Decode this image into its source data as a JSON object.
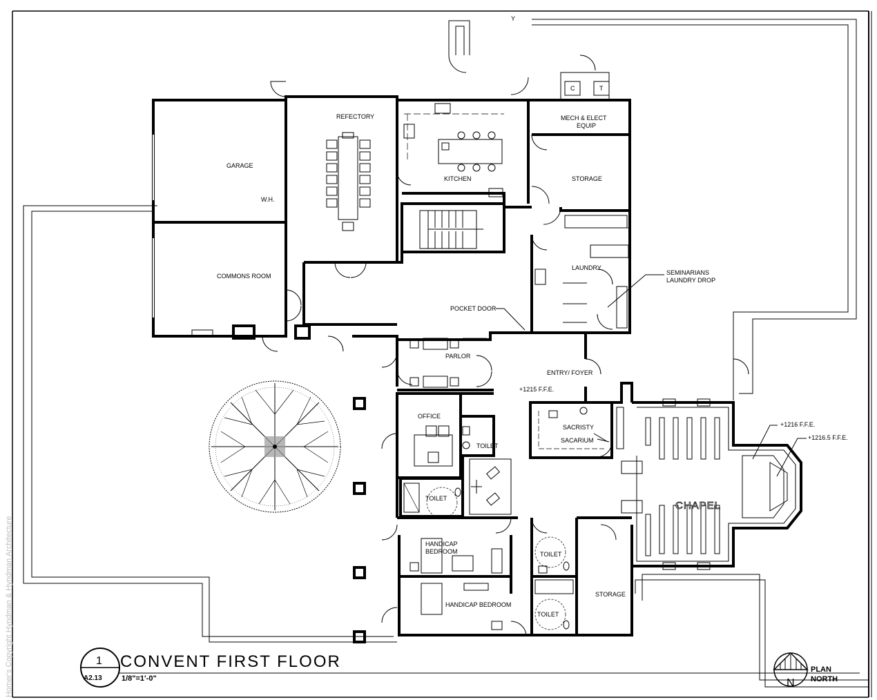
{
  "drawing": {
    "title": "CONVENT FIRST FLOOR",
    "detail_number": "1",
    "sheet_number": "A2.13",
    "scale": "1/8\"=1'-0\"",
    "north_label_1": "PLAN",
    "north_label_2": "NORTH",
    "north_letter": "N",
    "watermark": "Homer's Copyright Hyndman & Hyndman Architecture"
  },
  "rooms": {
    "garage": "GARAGE",
    "wh": "W.H.",
    "commons_room": "COMMONS ROOM",
    "refectory": "REFECTORY",
    "kitchen": "KITCHEN",
    "mech_1": "MECH & ELECT",
    "mech_2": "EQUIP",
    "storage_top": "STORAGE",
    "laundry": "LAUNDRY",
    "laundry_drop_1": "SEMINARIANS",
    "laundry_drop_2": "LAUNDRY DROP",
    "pocket_door": "POCKET DOOR",
    "parlor": "PARLOR",
    "entry_foyer": "ENTRY/ FOYER",
    "ffe_1215": "+1215 F.F.E.",
    "office": "OFFICE",
    "toilet_office": "TOILET",
    "toilet_left": "TOILET",
    "sacristy": "SACRISTY",
    "sacarium": "SACARIUM",
    "chapel": "CHAPEL",
    "ffe_1216": "+1216 F.F.E.",
    "ffe_12165": "+1216.5 F.F.E.",
    "handicap_bedroom_1a": "HANDICAP",
    "handicap_bedroom_1b": "BEDROOM",
    "handicap_bedroom_2": "HANDICAP BEDROOM",
    "toilet_mid": "TOILET",
    "toilet_bottom": "TOILET",
    "storage_bottom": "STORAGE",
    "c_label": "C",
    "t_label": "T",
    "y_label": "Y"
  }
}
